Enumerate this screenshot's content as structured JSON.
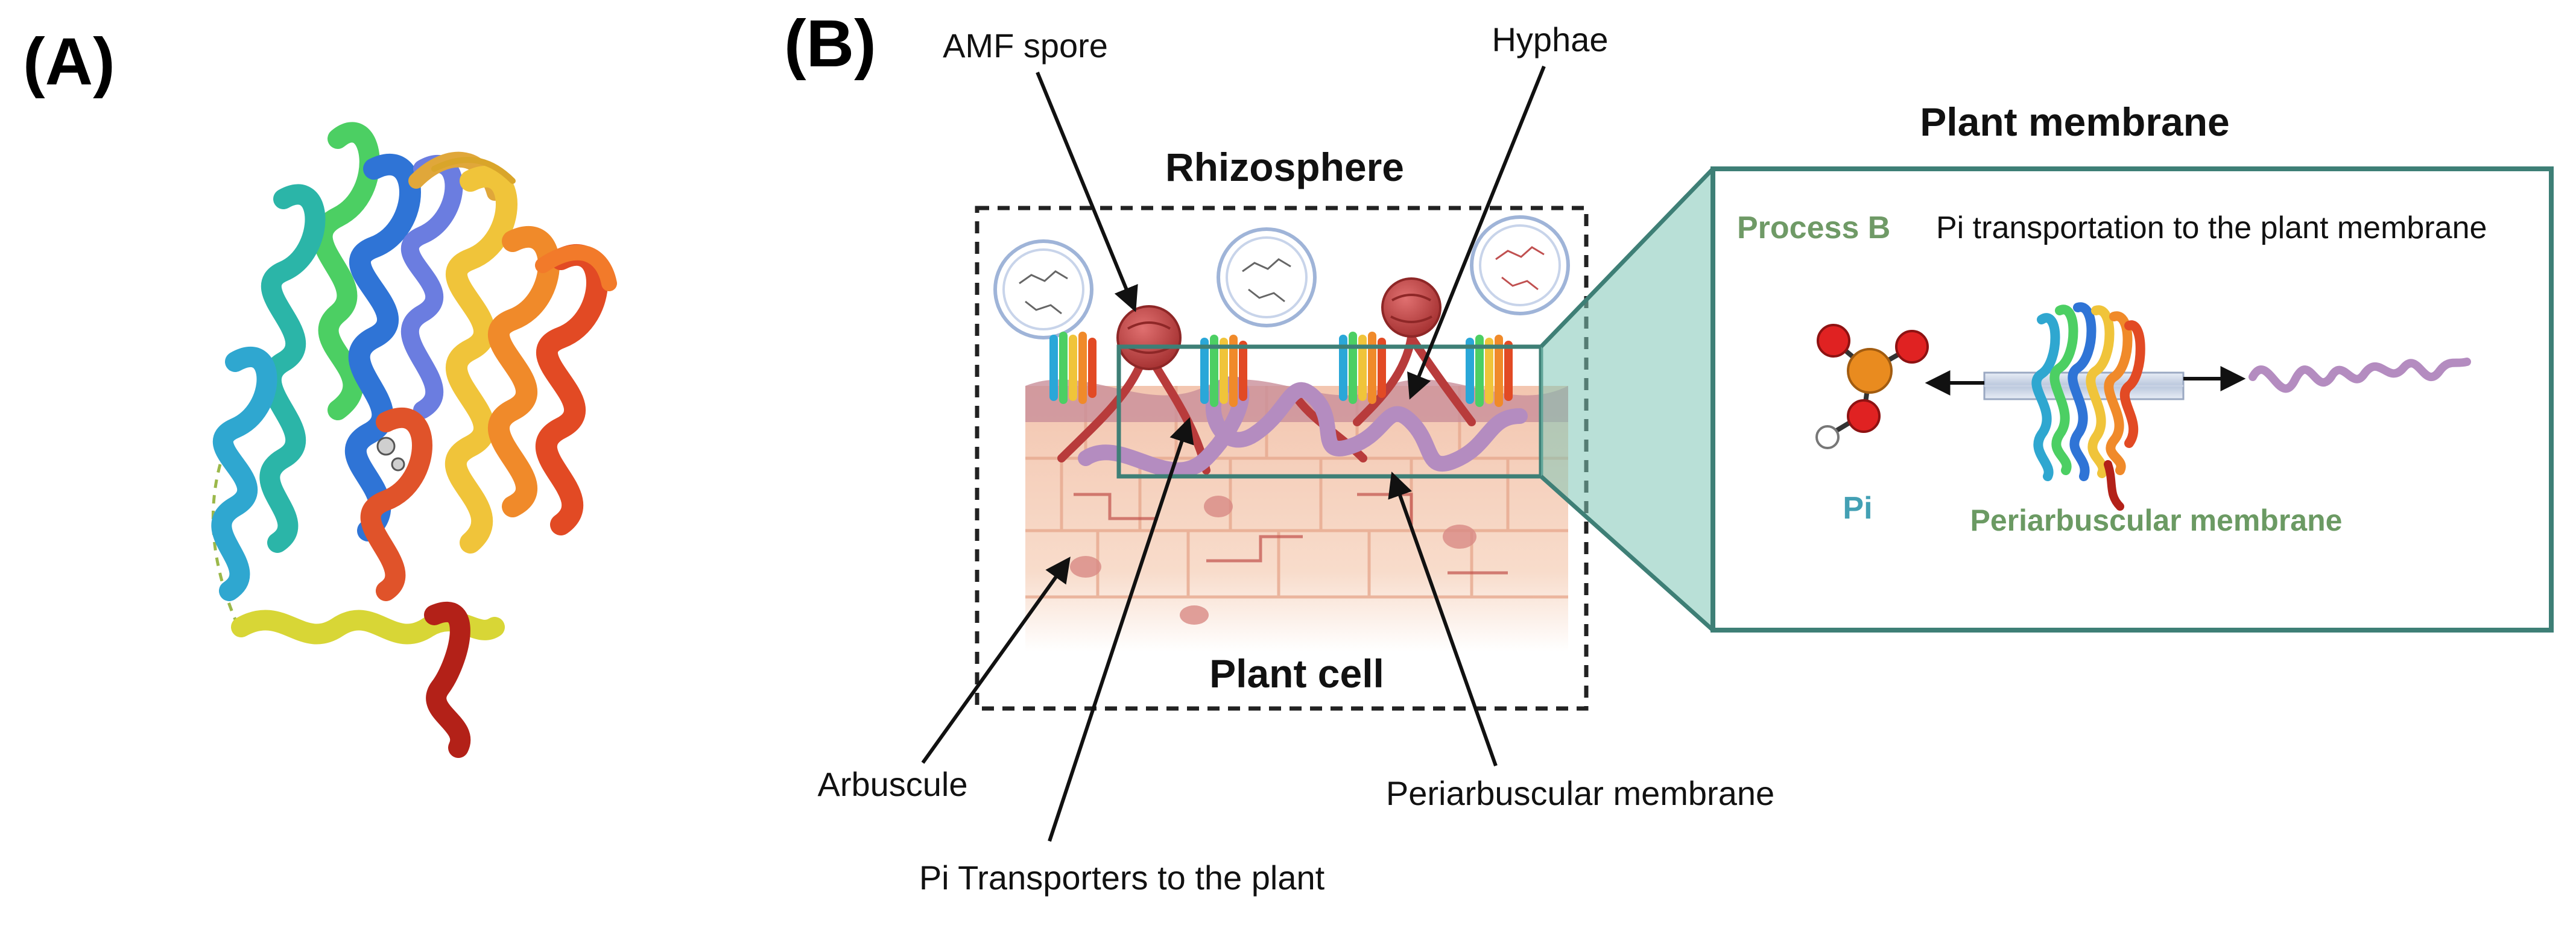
{
  "panel_a": {
    "label": "(A)"
  },
  "panel_b": {
    "label": "(B)",
    "rhizosphere": "Rhizosphere",
    "plant_cell": "Plant cell",
    "callouts": {
      "amf_spore": "AMF spore",
      "hyphae": "Hyphae",
      "arbuscule": "Arbuscule",
      "pi_transporters": "Pi Transporters to the plant",
      "periarbuscular_membrane": "Periarbuscular membrane"
    },
    "inset": {
      "title": "Plant membrane",
      "process_label": "Process B",
      "process_text": "Pi transportation to the plant membrane",
      "pi_label": "Pi",
      "membrane_label": "Periarbuscular membrane"
    }
  },
  "colors": {
    "frame_teal": "#3e7f76",
    "inset_fill": "#7fc7b6",
    "process_green": "#6f9a66",
    "pi_teal": "#43a0b4",
    "membrane_green": "#6b9a63",
    "hypha_red": "#b83b3b",
    "arbuscule_purple": "#b48cc0",
    "cell_peach": "#f2cbb5"
  }
}
